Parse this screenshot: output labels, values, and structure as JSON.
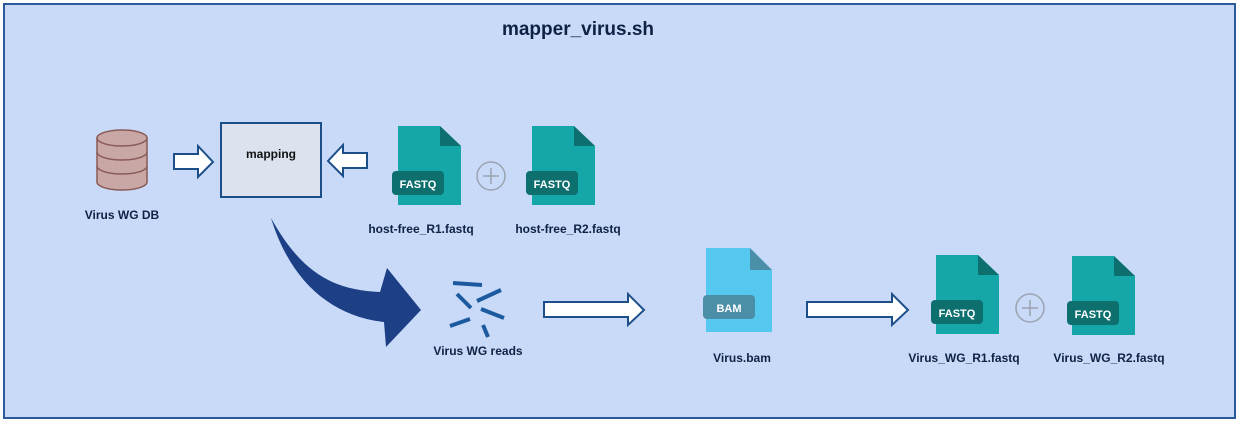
{
  "title": "mapper_virus.sh",
  "nodes": {
    "db_label": "Virus WG DB",
    "mapping_label": "mapping",
    "host_r1_label": "host-free_R1.fastq",
    "host_r2_label": "host-free_R2.fastq",
    "reads_label": "Virus WG reads",
    "bam_label": "Virus.bam",
    "virus_r1_label": "Virus_WG_R1.fastq",
    "virus_r2_label": "Virus_WG_R2.fastq"
  },
  "badges": {
    "fastq": "FASTQ",
    "bam": "BAM"
  },
  "colors": {
    "background": "#c9daf8",
    "border": "#2a5a9c",
    "title": "#0e2246",
    "fastq_file": "#15a7a8",
    "fastq_badge": "#0e6f6f",
    "bam_file": "#55c8f0",
    "bam_badge": "#4a8ea8",
    "big_arrow": "#1c3f86",
    "outline_arrow": "#1c4f8a",
    "database": "#c9a7a4",
    "mapping_box": "#dce3ef"
  }
}
